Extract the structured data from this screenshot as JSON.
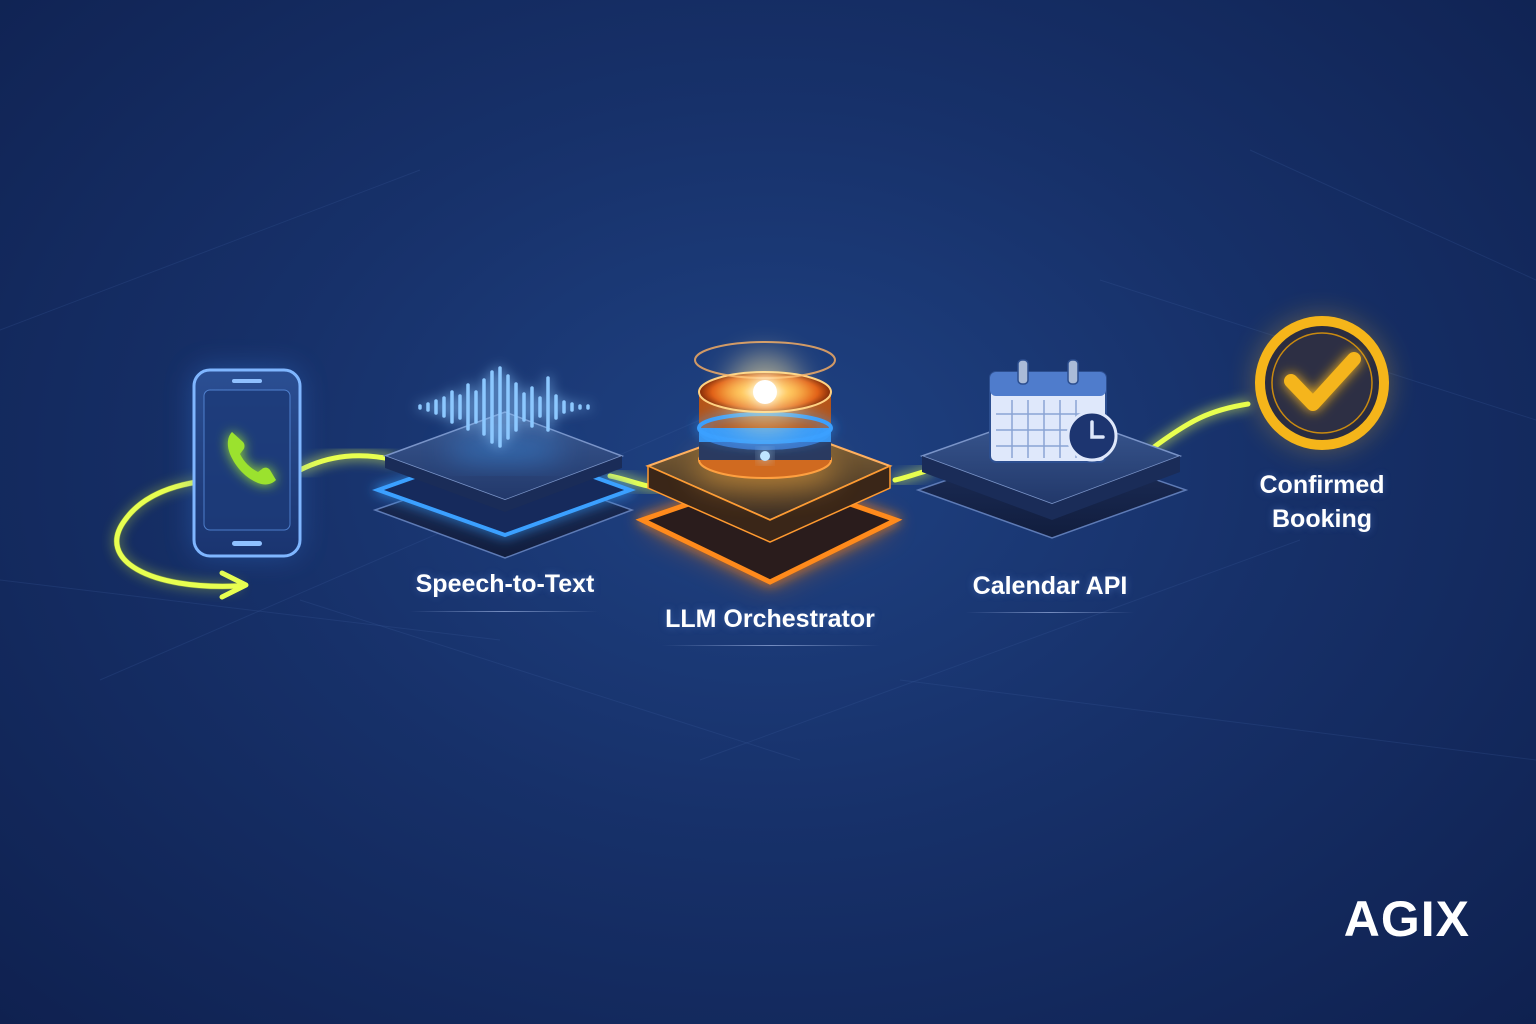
{
  "nodes": [
    {
      "id": "phone",
      "icon": "phone-call-icon",
      "label": ""
    },
    {
      "id": "stt",
      "icon": "sound-wave-icon",
      "label": "Speech-to-Text"
    },
    {
      "id": "llm",
      "icon": "glowing-orb-icon",
      "label": "LLM Orchestrator"
    },
    {
      "id": "calendar",
      "icon": "calendar-clock-icon",
      "label": "Calendar API"
    },
    {
      "id": "booking",
      "icon": "checkmark-icon",
      "label_line1": "Confirmed",
      "label_line2": "Booking"
    }
  ],
  "brand": {
    "logo_text": "AGIX"
  },
  "colors": {
    "background": "#17316a",
    "flow_line": "#d8f030",
    "phone_accent": "#9be22e",
    "stt_accent": "#3aa0ff",
    "llm_accent": "#ff8a1a",
    "check_accent": "#f5b51a",
    "text": "#ffffff"
  }
}
